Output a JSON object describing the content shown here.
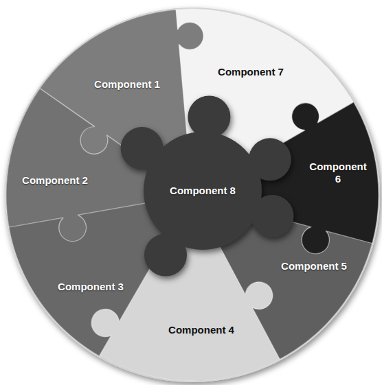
{
  "diagram": {
    "nodes": [
      {
        "text": [
          "Component 1"
        ]
      },
      {
        "text": [
          "Component 2"
        ]
      },
      {
        "text": [
          "Component 3"
        ]
      },
      {
        "text": [
          "Component 4"
        ]
      },
      {
        "text": [
          "Component 5"
        ]
      },
      {
        "text": [
          "Component 6"
        ]
      },
      {
        "text": [
          "Component 7"
        ]
      },
      {
        "text": [
          "Component 8"
        ]
      }
    ]
  }
}
